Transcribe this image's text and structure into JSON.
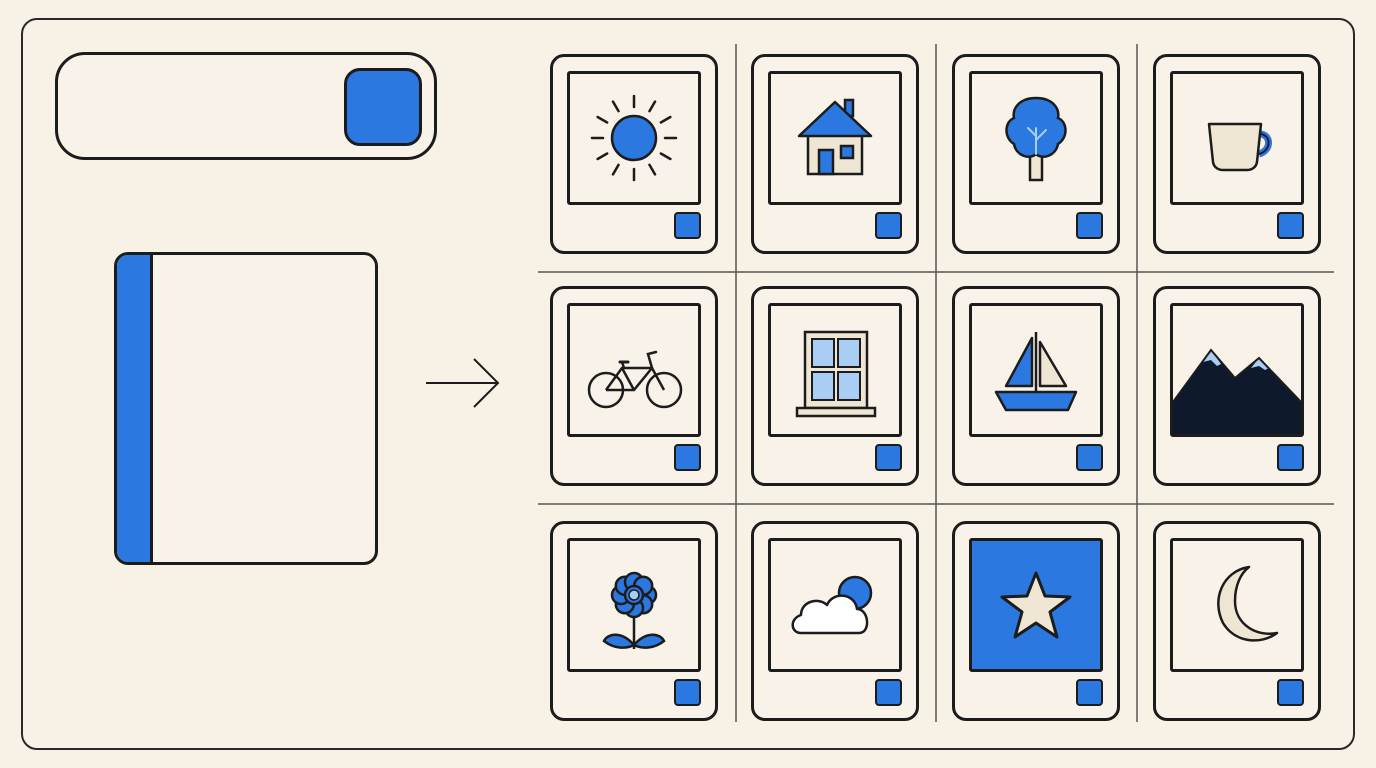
{
  "colors": {
    "accent": "#2a78e0",
    "ink": "#1c1c1c",
    "background": "#f7f1e6",
    "light_blue": "#a9cdf3",
    "dark_navy": "#0e1a2b",
    "cream": "#efe5d3"
  },
  "search_bar": {
    "button_icon": "blue-square-button"
  },
  "book": {
    "icon": "book-icon"
  },
  "arrow": {
    "icon": "arrow-right-icon"
  },
  "grid": {
    "rows": 3,
    "columns": 4,
    "items": [
      {
        "icon": "sun-icon",
        "selected": false
      },
      {
        "icon": "house-icon",
        "selected": false
      },
      {
        "icon": "tree-icon",
        "selected": false
      },
      {
        "icon": "cup-icon",
        "selected": false
      },
      {
        "icon": "bicycle-icon",
        "selected": false
      },
      {
        "icon": "window-icon",
        "selected": false
      },
      {
        "icon": "sailboat-icon",
        "selected": false
      },
      {
        "icon": "mountains-icon",
        "selected": false
      },
      {
        "icon": "flower-icon",
        "selected": false
      },
      {
        "icon": "cloud-icon",
        "selected": false
      },
      {
        "icon": "star-icon",
        "selected": true
      },
      {
        "icon": "moon-icon",
        "selected": false
      }
    ]
  }
}
